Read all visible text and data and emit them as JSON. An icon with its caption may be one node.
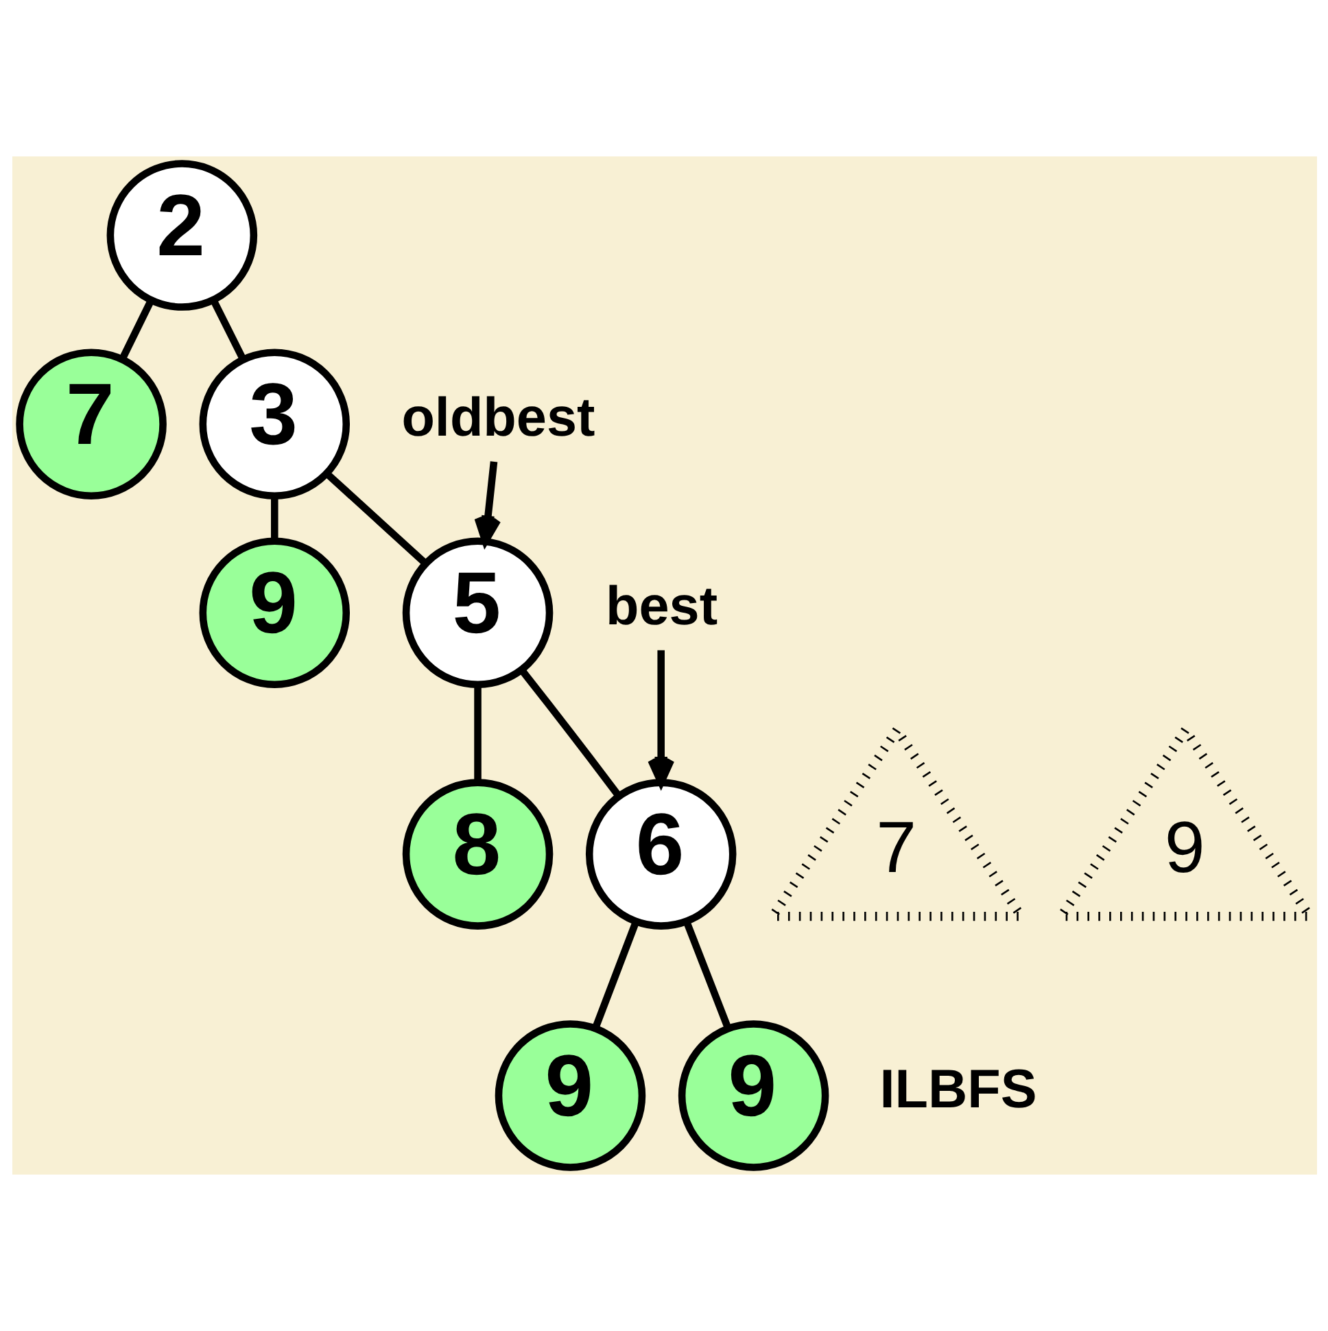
{
  "diagram": {
    "nodes": [
      {
        "text": [
          "2"
        ]
      },
      {
        "text": [
          "7"
        ]
      },
      {
        "text": [
          "3"
        ]
      },
      {
        "text": [
          "9"
        ]
      },
      {
        "text": [
          "5"
        ]
      },
      {
        "text": [
          "8"
        ]
      },
      {
        "text": [
          "6"
        ]
      },
      {
        "text": [
          "9"
        ]
      },
      {
        "text": [
          "9"
        ]
      },
      {
        "text": [
          "oldbest"
        ]
      },
      {
        "text": [
          "best"
        ]
      },
      {
        "text": [
          "7"
        ]
      },
      {
        "text": [
          "9"
        ]
      }
    ],
    "edges": [
      {
        "from": 0,
        "to": 1,
        "arrow": "none"
      },
      {
        "from": 0,
        "to": 2,
        "arrow": "none"
      },
      {
        "from": 2,
        "to": 3,
        "arrow": "none"
      },
      {
        "from": 2,
        "to": 4,
        "arrow": "none"
      },
      {
        "from": 4,
        "to": 5,
        "arrow": "none"
      },
      {
        "from": 4,
        "to": 6,
        "arrow": "none"
      },
      {
        "from": 6,
        "to": 7,
        "arrow": "none"
      },
      {
        "from": 6,
        "to": 8,
        "arrow": "none"
      },
      {
        "from": 9,
        "to": 4,
        "arrow": "to"
      },
      {
        "from": 10,
        "to": 6,
        "arrow": "to"
      }
    ],
    "labels": [
      "ILBFS"
    ]
  }
}
